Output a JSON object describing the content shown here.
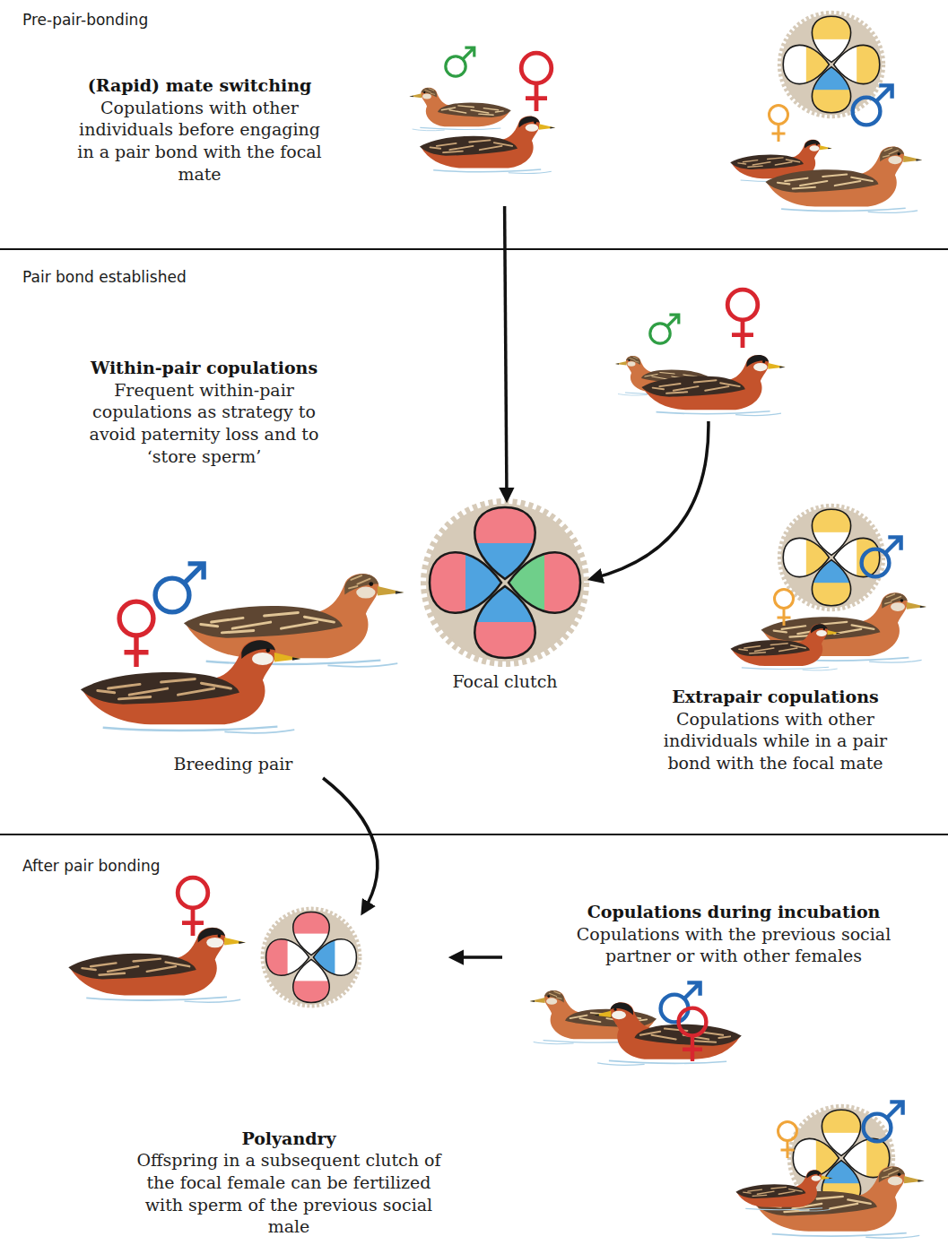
{
  "diagram": {
    "nodes": [
      {
        "text": [
          "Pre-pair-bonding"
        ]
      },
      {
        "text": [
          "(Rapid) mate switching",
          "Copulations with other individuals before engaging in a pair bond with the focal mate"
        ],
        "in": 0
      },
      {
        "text": [
          "Pair bond established"
        ]
      },
      {
        "text": [
          "Within-pair copulations",
          "Frequent within-pair copulations as strategy to avoid paternity loss and to ‘store sperm’"
        ],
        "in": 2
      },
      {
        "text": [
          "Focal clutch"
        ],
        "in": 2
      },
      {
        "text": [
          "Breeding pair"
        ],
        "in": 2
      },
      {
        "text": [
          "Extrapair copulations",
          "Copulations with other individuals while in a pair bond with the focal mate"
        ],
        "in": 2
      },
      {
        "text": [
          "After pair bonding"
        ]
      },
      {
        "text": [
          "Polyandry",
          "Offspring in a subsequent clutch of the focal female can be fertilized with sperm of the previous social male"
        ],
        "in": 7
      },
      {
        "text": [
          "Copulations during incubation",
          "Copulations with the previous social partner or with other females"
        ],
        "in": 7
      }
    ],
    "edges": [
      {
        "from": 1,
        "to": 4,
        "arrow": "to"
      },
      {
        "from": 6,
        "to": 4,
        "arrow": "to"
      },
      {
        "from": 5,
        "to": 8,
        "arrow": "to"
      },
      {
        "from": 9,
        "to": 8,
        "arrow": "to"
      }
    ]
  }
}
